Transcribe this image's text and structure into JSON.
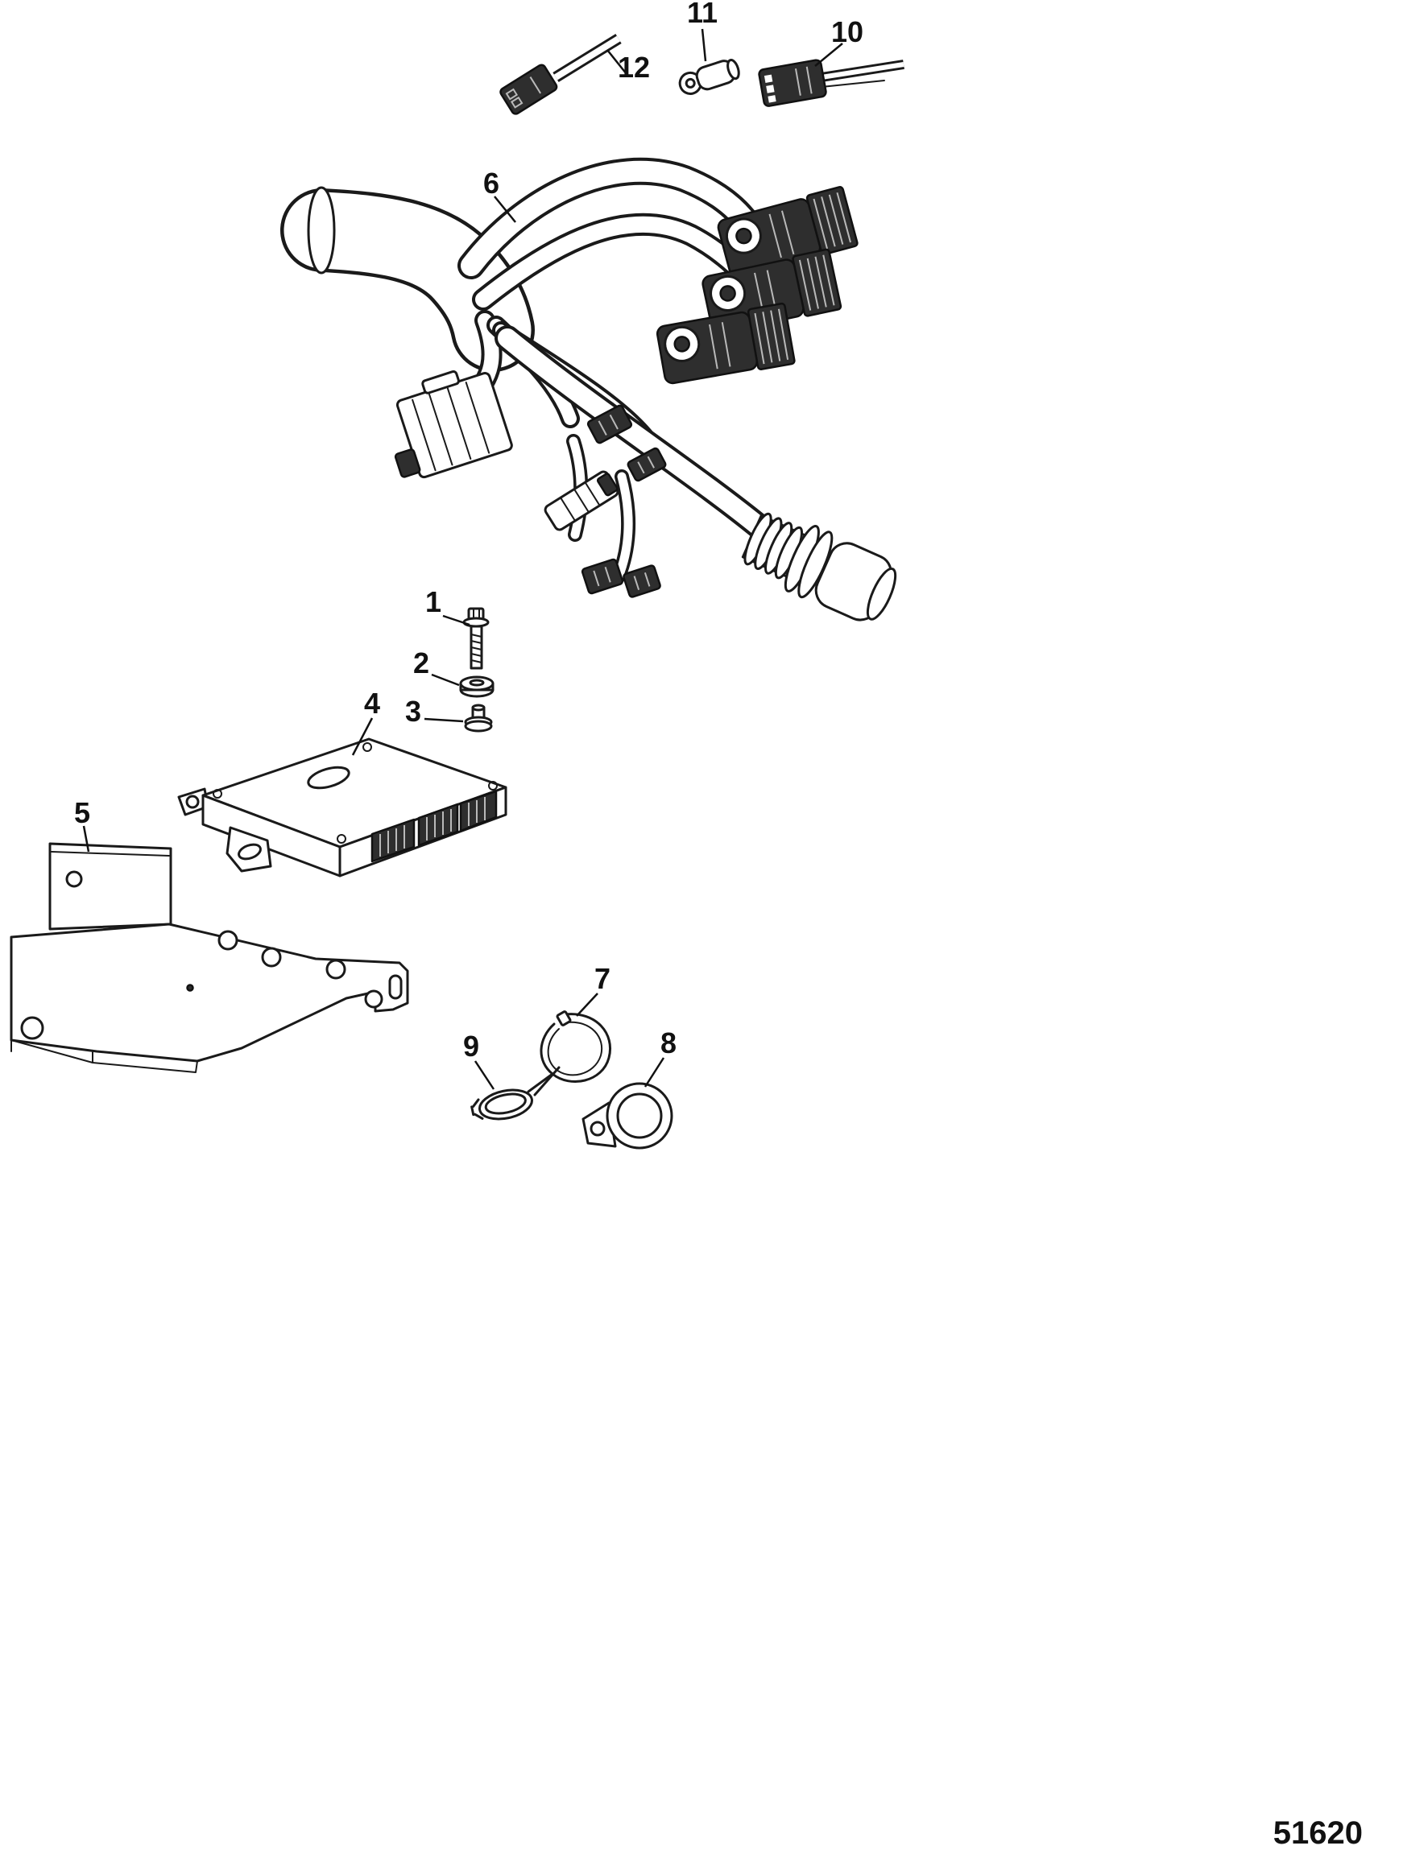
{
  "diagram": {
    "number": "51620",
    "colors": {
      "ink": "#1a1a1a",
      "background": "#ffffff"
    },
    "callouts": [
      {
        "label": "1",
        "part": "flange-screw"
      },
      {
        "label": "2",
        "part": "washer"
      },
      {
        "label": "3",
        "part": "spacer-grommet"
      },
      {
        "label": "4",
        "part": "ecm-module"
      },
      {
        "label": "5",
        "part": "mounting-bracket"
      },
      {
        "label": "6",
        "part": "wiring-harness"
      },
      {
        "label": "7",
        "part": "cable-tie"
      },
      {
        "label": "8",
        "part": "retainer-clip"
      },
      {
        "label": "9",
        "part": "clamp"
      },
      {
        "label": "10",
        "part": "connector-with-leads"
      },
      {
        "label": "11",
        "part": "bullet-terminal"
      },
      {
        "label": "12",
        "part": "connector-with-lead"
      }
    ]
  }
}
